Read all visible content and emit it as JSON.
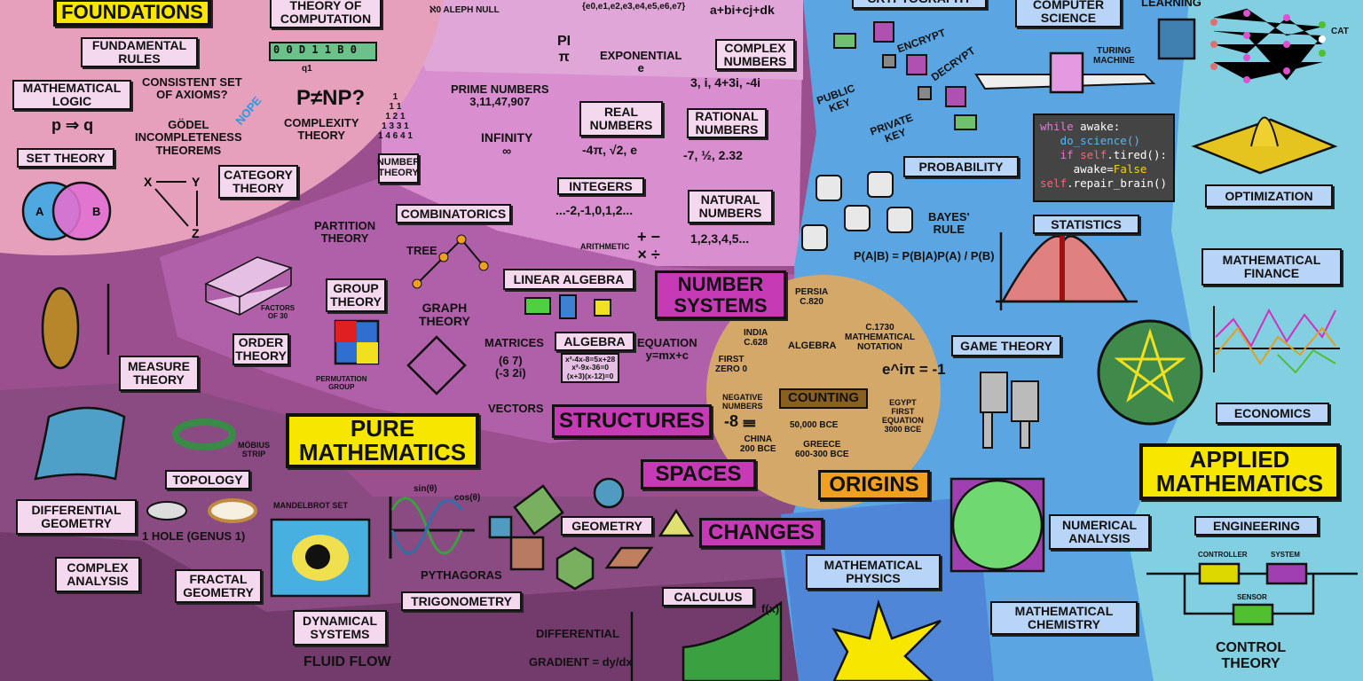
{
  "colors": {
    "foundations": "#e6a0bc",
    "pure": "#9b4f8f",
    "number_systems": "#d98fcf",
    "applied": "#5ba6e2",
    "applied_light": "#82cfe2",
    "origins": "#d4a868",
    "yellow": "#f7e600",
    "magenta": "#c63bb5",
    "orange": "#f0a020"
  },
  "sections": {
    "foundations": "FOUNDATIONS",
    "pure": "PURE\nMATHEMATICS",
    "applied": "APPLIED\nMATHEMATICS",
    "number_systems": "NUMBER\nSYSTEMS",
    "structures": "STRUCTURES",
    "spaces": "SPACES",
    "changes": "CHANGES",
    "origins": "ORIGINS"
  },
  "labels": {
    "theory_of_computation": "THEORY OF\nCOMPUTATION",
    "fundamental_rules": "FUNDAMENTAL\nRULES",
    "mathematical_logic": "MATHEMATICAL\nLOGIC",
    "set_theory": "SET THEORY",
    "category_theory": "CATEGORY\nTHEORY",
    "number_theory": "NUMBER\nTHEORY",
    "combinatorics": "COMBINATORICS",
    "complex_numbers": "COMPLEX\nNUMBERS",
    "real_numbers": "REAL\nNUMBERS",
    "rational_numbers": "RATIONAL\nNUMBERS",
    "integers": "INTEGERS",
    "natural_numbers": "NATURAL\nNUMBERS",
    "linear_algebra": "LINEAR ALGEBRA",
    "group_theory": "GROUP\nTHEORY",
    "order_theory": "ORDER\nTHEORY",
    "algebra": "ALGEBRA",
    "measure_theory": "MEASURE\nTHEORY",
    "topology": "TOPOLOGY",
    "differential_geometry": "DIFFERENTIAL\nGEOMETRY",
    "complex_analysis": "COMPLEX\nANALYSIS",
    "fractal_geometry": "FRACTAL\nGEOMETRY",
    "geometry": "GEOMETRY",
    "trigonometry": "TRIGONOMETRY",
    "calculus": "CALCULUS",
    "dynamical_systems": "DYNAMICAL\nSYSTEMS",
    "cryptography": "CRYPTOGRAPHY",
    "computer_science": "COMPUTER\nSCIENCE",
    "probability": "PROBABILITY",
    "statistics": "STATISTICS",
    "optimization": "OPTIMIZATION",
    "mathematical_finance": "MATHEMATICAL\nFINANCE",
    "game_theory": "GAME THEORY",
    "economics": "ECONOMICS",
    "engineering": "ENGINEERING",
    "numerical_analysis": "NUMERICAL\nANALYSIS",
    "mathematical_physics": "MATHEMATICAL\nPHYSICS",
    "mathematical_chemistry": "MATHEMATICAL\nCHEMISTRY"
  },
  "notes": {
    "consistent": "CONSISTENT SET\nOF AXIOMS?",
    "nope": "NOPE",
    "godel": "GÖDEL\nINCOMPLETENESS\nTHEOREMS",
    "p_implies_q": "p ⇒ q",
    "pnp": "P≠NP?",
    "complexity": "COMPLEXITY\nTHEORY",
    "tape": "0 0 D 1 1 B 0",
    "state": "q1",
    "aleph": "ℵ0 ALEPH NULL",
    "octonions": "{e0,e1,e2,e3,e4,e5,e6,e7}",
    "quaternions": "a+bi+cj+dk",
    "pi": "PI\nπ",
    "exponential": "EXPONENTIAL\ne",
    "prime": "PRIME NUMBERS\n3,11,47,907",
    "infinity": "INFINITY\n∞",
    "complex_ex": "3, i, 4+3i, -4i",
    "real_ex": "-4π, √2, e",
    "rational_ex": "-7, ½, 2.32",
    "integers_ex": "...-2,-1,0,1,2...",
    "natural_ex": "1,2,3,4,5...",
    "arithmetic": "ARITHMETIC",
    "ops": "+ −\n× ÷",
    "pascal": "1\n1 1\n1 2 1\n1 3 3 1\n1 4 6 4 1",
    "partition": "PARTITION\nTHEORY",
    "tree": "TREE",
    "graph_theory": "GRAPH\nTHEORY",
    "matrices": "MATRICES",
    "matrix": "(6  7)\n(-3 2i)",
    "equation": "EQUATION\ny=mx+c",
    "algebra_work": "x²-4x-8=5x+28\nx²-9x-36=0\n(x+3)(x-12)=0",
    "vectors": "VECTORS",
    "permutation": "PERMUTATION\nGROUP",
    "factors": "FACTORS\nOF 30",
    "mobius": "MÖBIUS\nSTRIP",
    "genus": "1 HOLE (GENUS 1)",
    "mandelbrot": "MANDELBROT SET",
    "sin": "sin(θ)",
    "cos": "cos(θ)",
    "pythagoras": "PYTHAGORAS",
    "fluid": "FLUID FLOW",
    "differential": "DIFFERENTIAL",
    "gradient": "GRADIENT = dy/dx",
    "fx": "f(x)",
    "persia": "PERSIA\nc.820",
    "algebra_o": "ALGEBRA",
    "india": "INDIA\nc.628",
    "first_zero": "FIRST\nZERO  0",
    "notation": "c.1730\nMATHEMATICAL\nNOTATION",
    "euler": "e^iπ = -1",
    "counting": "COUNTING",
    "negative": "NEGATIVE\nNUMBERS",
    "neg8": "-8 𝍢",
    "china": "CHINA\n200 BCE",
    "bce50000": "50,000 BCE",
    "greece": "GREECE\n600-300 BCE",
    "egypt": "EGYPT\nFIRST\nEQUATION\n3000 BCE",
    "encrypt": "ENCRYPT",
    "decrypt": "DECRYPT",
    "public_key": "PUBLIC\nKEY",
    "private_key": "PRIVATE\nKEY",
    "turing": "TURING\nMACHINE",
    "learning": "LEARNING",
    "cat": "CAT",
    "bayes": "BAYES'\nRULE",
    "bayes_formula": "P(A|B) = P(B|A)P(A) / P(B)",
    "controller": "CONTROLLER",
    "system": "SYSTEM",
    "sensor": "SENSOR",
    "control_theory": "CONTROL\nTHEORY"
  },
  "code": {
    "l1a": "while",
    "l1b": " awake:",
    "l2": "   do_science()",
    "l3a": "   if ",
    "l3b": "self",
    ".l3c": "",
    "l3c": ".tired():",
    "l4a": "     awake=",
    "l4b": "False",
    "l5a": "self",
    "l5b": ".repair_brain()"
  }
}
